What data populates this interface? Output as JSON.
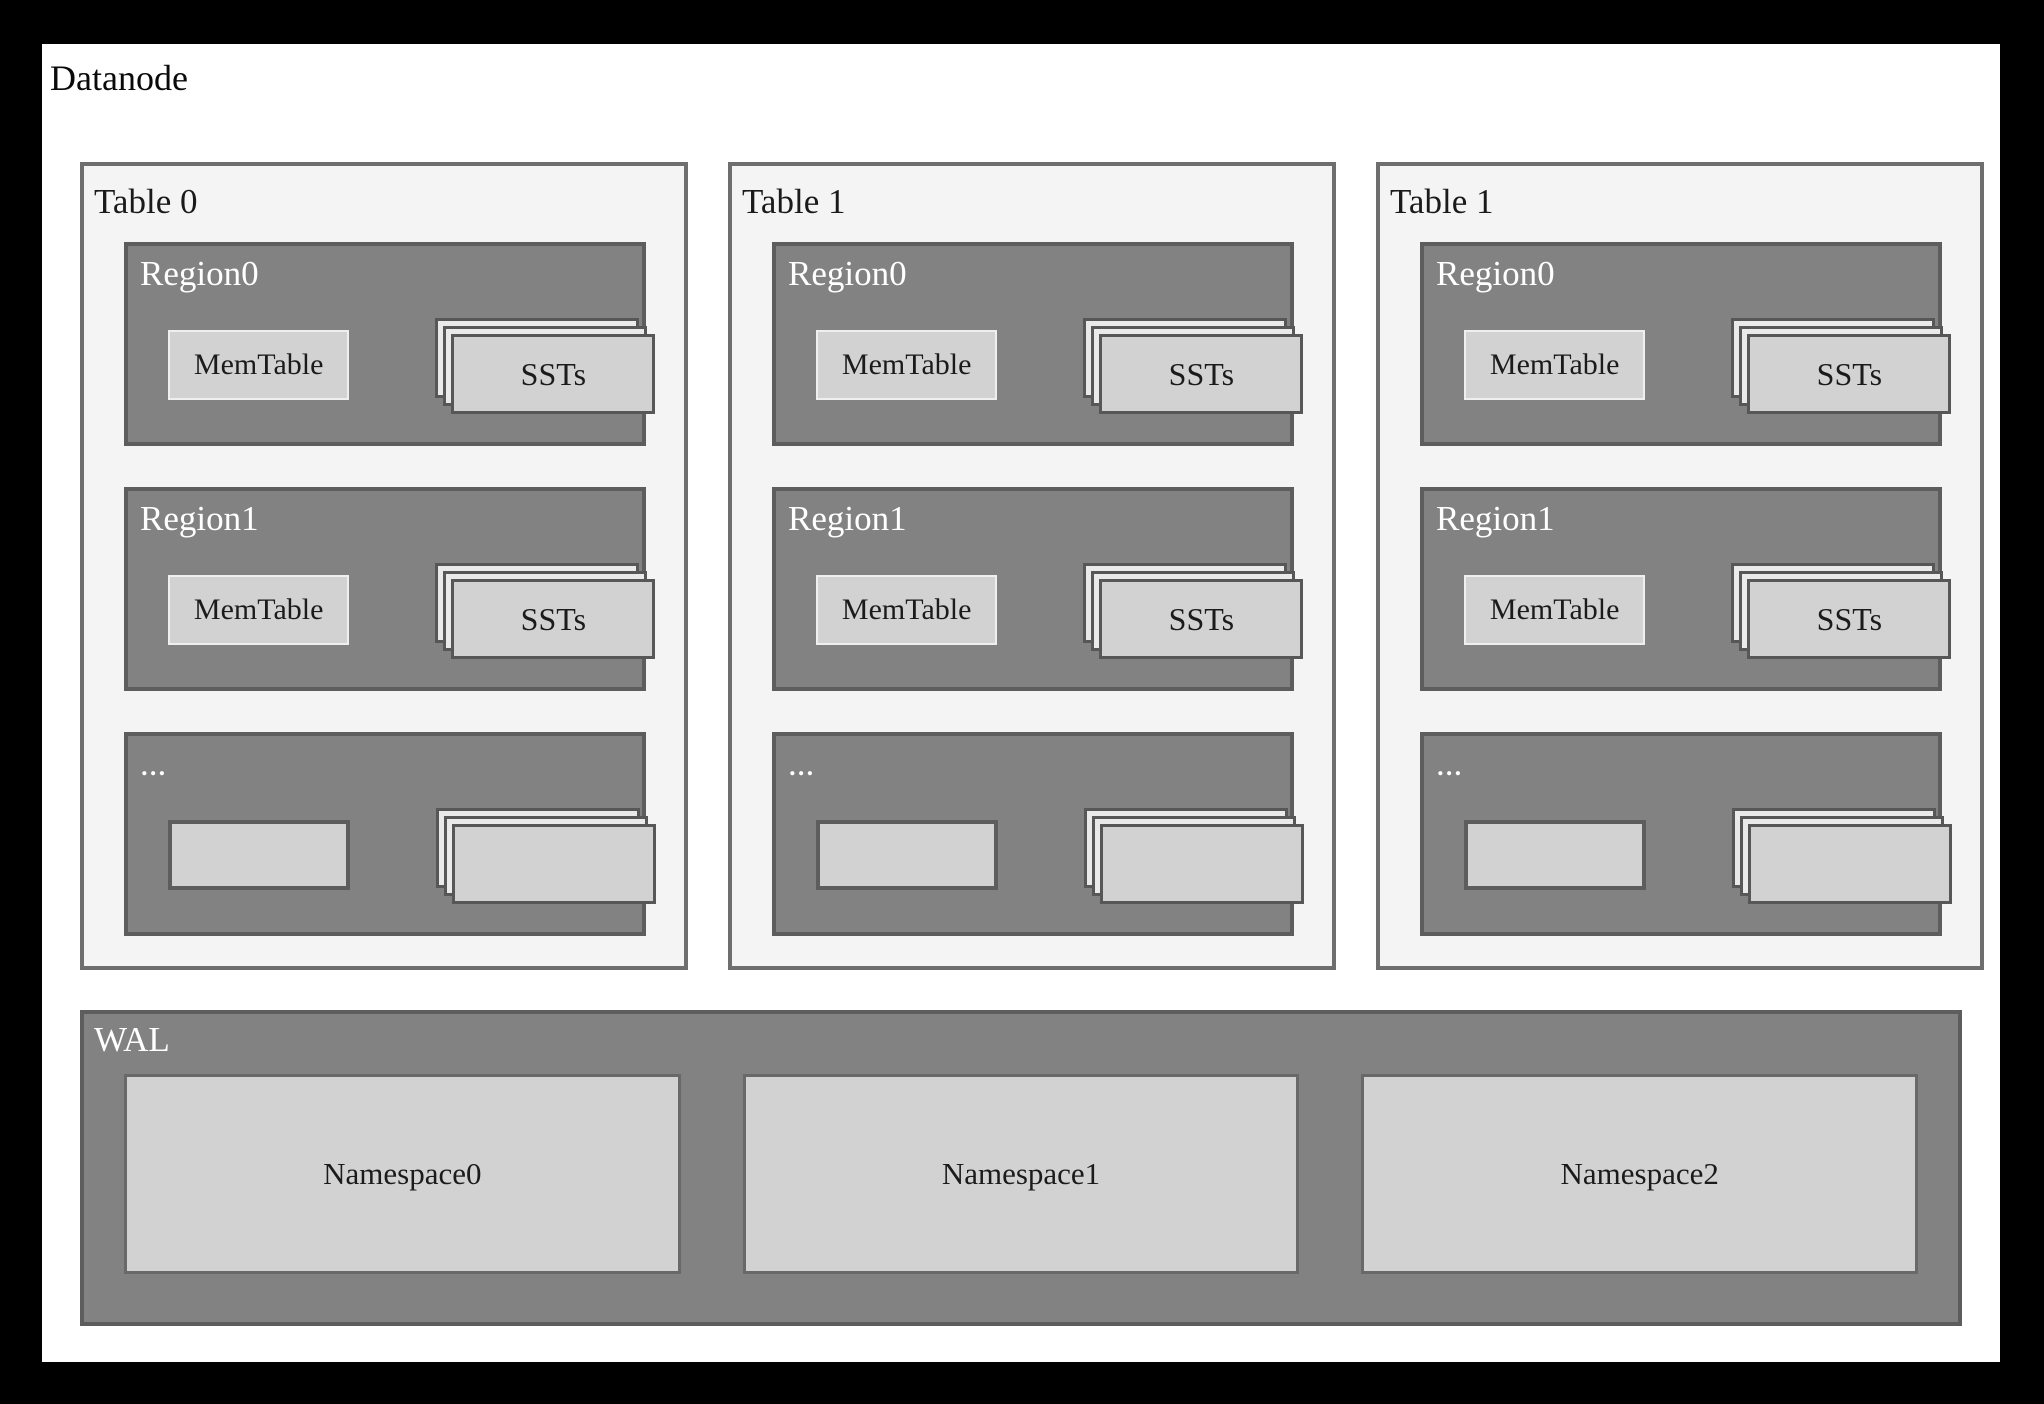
{
  "title": "Datanode",
  "colors": {
    "frame": "#000000",
    "canvas": "#ffffff",
    "panel_bg": "#f4f4f4",
    "panel_border": "#6e6e6e",
    "region_bg": "#828282",
    "region_border": "#5d5d5d",
    "box_fill": "#d2d2d2",
    "back_sheet_fill": "#eaeaea",
    "sheet_border": "#575757",
    "label_light": "#ffffff",
    "label_dark": "#1a1a1a"
  },
  "tables": [
    {
      "label": "Table 0",
      "regions": [
        {
          "label": "Region0",
          "memtable": "MemTable",
          "ssts": "SSTs"
        },
        {
          "label": "Region1",
          "memtable": "MemTable",
          "ssts": "SSTs"
        },
        {
          "label": "...",
          "memtable": "",
          "ssts": ""
        }
      ]
    },
    {
      "label": "Table 1",
      "regions": [
        {
          "label": "Region0",
          "memtable": "MemTable",
          "ssts": "SSTs"
        },
        {
          "label": "Region1",
          "memtable": "MemTable",
          "ssts": "SSTs"
        },
        {
          "label": "...",
          "memtable": "",
          "ssts": ""
        }
      ]
    },
    {
      "label": "Table 1",
      "regions": [
        {
          "label": "Region0",
          "memtable": "MemTable",
          "ssts": "SSTs"
        },
        {
          "label": "Region1",
          "memtable": "MemTable",
          "ssts": "SSTs"
        },
        {
          "label": "...",
          "memtable": "",
          "ssts": ""
        }
      ]
    }
  ],
  "wal": {
    "label": "WAL",
    "namespaces": [
      "Namespace0",
      "Namespace1",
      "Namespace2"
    ]
  }
}
